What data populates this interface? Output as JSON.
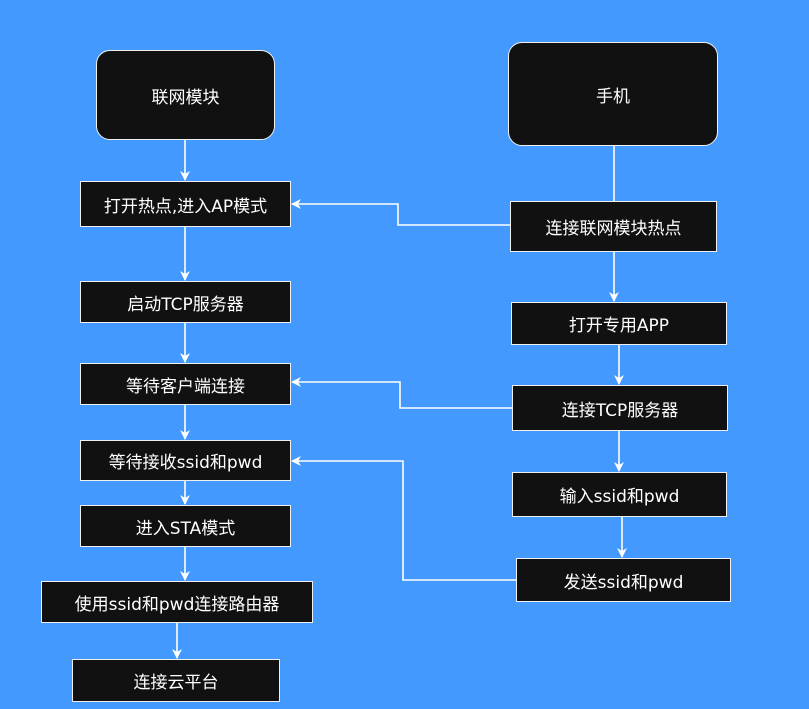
{
  "diagram": {
    "colors": {
      "background": "#4499ff",
      "node_fill": "#111111",
      "node_border": "#f0f0f0",
      "text": "#ffffff",
      "edge": "#ffffff"
    },
    "left_column": {
      "start": "联网模块",
      "steps": [
        "打开热点,进入AP模式",
        "启动TCP服务器",
        "等待客户端连接",
        "等待接收ssid和pwd",
        "进入STA模式",
        "使用ssid和pwd连接路由器",
        "连接云平台"
      ]
    },
    "right_column": {
      "start": "手机",
      "steps": [
        "连接联网模块热点",
        "打开专用APP",
        "连接TCP服务器",
        "输入ssid和pwd",
        "发送ssid和pwd"
      ]
    }
  }
}
